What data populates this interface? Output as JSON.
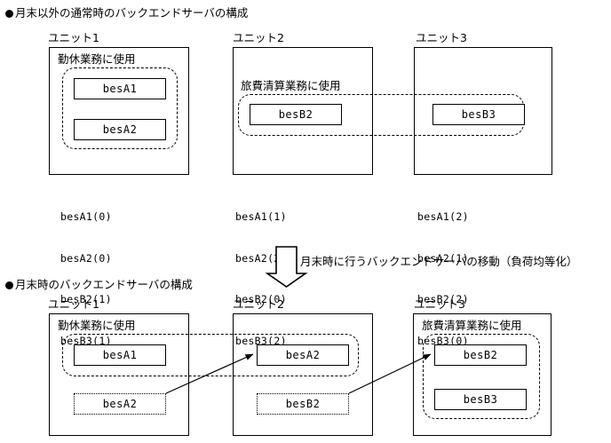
{
  "sections": {
    "top": {
      "heading": "月末以外の通常時のバックエンドサーバの構成",
      "units": [
        {
          "label": "ユニット1",
          "usage": "勤休業務に使用",
          "servers": [
            "besA1",
            "besA2"
          ],
          "values": [
            "besA1(0)",
            "besA2(0)",
            "besB2(1)",
            "besB3(1)"
          ]
        },
        {
          "label": "ユニット2",
          "usage": "旅費清算業務に使用",
          "servers": [
            "besB2"
          ],
          "values": [
            "besA1(1)",
            "besA2(2)",
            "besB2(0)",
            "besB3(2)"
          ]
        },
        {
          "label": "ユニット3",
          "usage": "",
          "servers": [
            "besB3"
          ],
          "values": [
            "besA1(2)",
            "besA2(1)",
            "besB2(2)",
            "besB3(0)"
          ]
        }
      ]
    },
    "transition": {
      "caption": "月末時に行うバックエンドサーバの移動（負荷均等化）",
      "arrow_icon": "down-block-arrow"
    },
    "bottom": {
      "heading": "月末時のバックエンドサーバの構成",
      "units": [
        {
          "label": "ユニット1",
          "usage": "勤休業務に使用",
          "servers": [
            "besA1"
          ],
          "ghost_servers": [
            "besA2"
          ]
        },
        {
          "label": "ユニット2",
          "usage": "",
          "servers": [
            "besA2"
          ],
          "ghost_servers": [
            "besB2"
          ]
        },
        {
          "label": "ユニット3",
          "usage": "旅費清算業務に使用",
          "servers": [
            "besB2",
            "besB3"
          ],
          "ghost_servers": []
        }
      ],
      "migrations": [
        {
          "from": "besA2",
          "to": "besA2"
        },
        {
          "from": "besB2",
          "to": "besB2"
        }
      ]
    }
  },
  "colors": {
    "ink": "#000000",
    "paper": "#ffffff"
  }
}
